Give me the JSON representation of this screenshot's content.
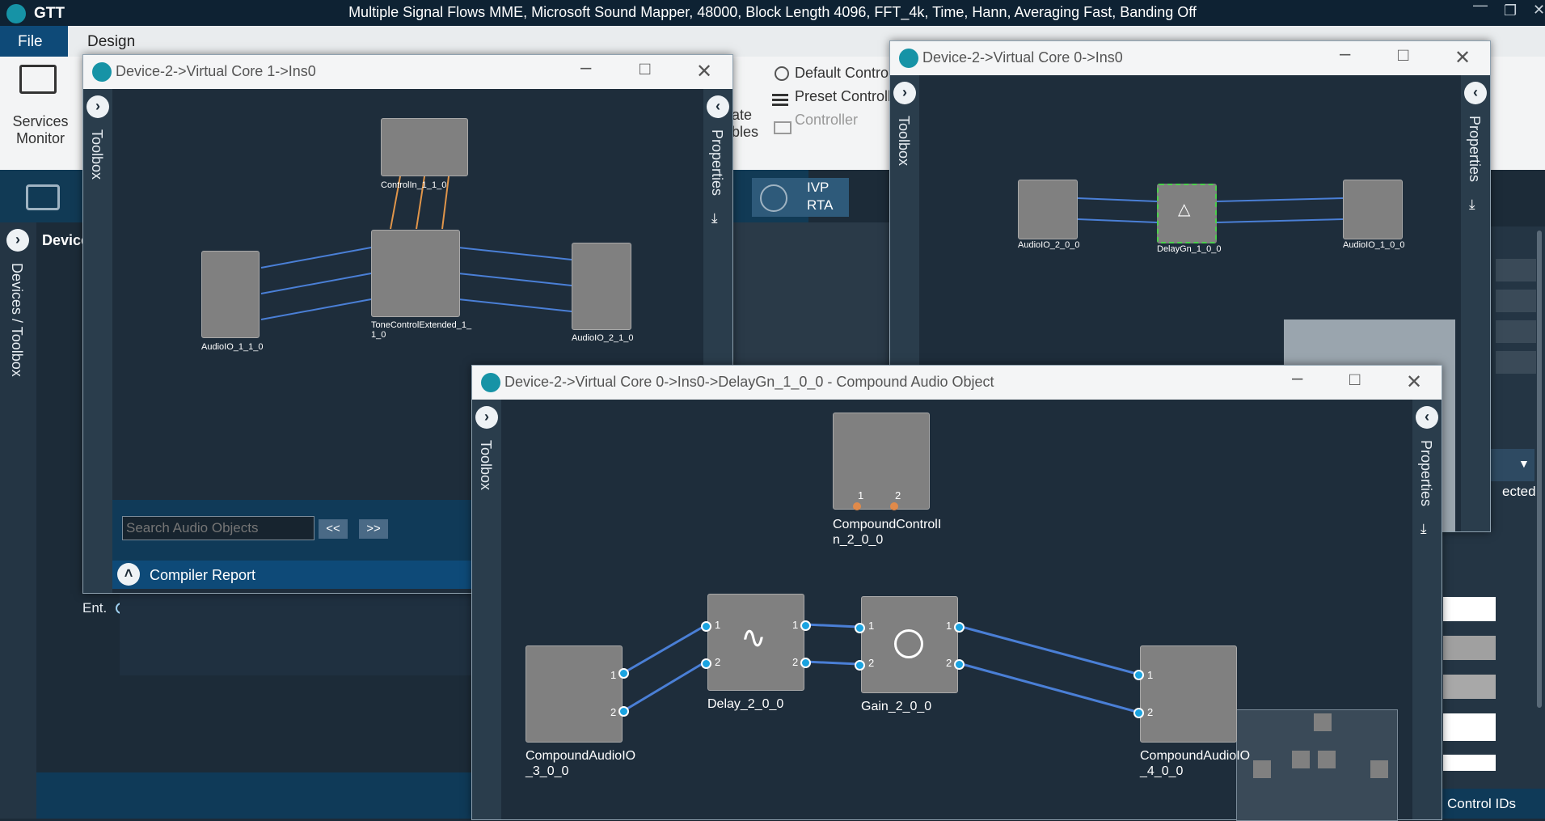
{
  "app": {
    "name": "GTT",
    "title": "Multiple Signal Flows MME, Microsoft Sound Mapper, 48000, Block Length 4096, FFT_4k, Time, Hann, Averaging Fast, Banding Off"
  },
  "tabs": [
    "File",
    "Design"
  ],
  "ribbon": {
    "services_monitor": "Services Monitor",
    "default_control": "Default Contro",
    "preset_control": "Preset Controll",
    "controller": "Controller",
    "ate": "ate",
    "bles": "bles",
    "ivp": "IVP",
    "rta": "RTA"
  },
  "left_panel": {
    "device_header": "Device",
    "devices_toolbox": "Devices / Toolbox",
    "ent": "Ent."
  },
  "right_panel": {
    "ected": "ected",
    "control_ids": "Control IDs"
  },
  "window1": {
    "title": "Device-2->Virtual Core 1->Ins0",
    "toolbox": "Toolbox",
    "properties": "Properties",
    "blocks": {
      "controlin": "ControlIn_1_1_0",
      "audioio_in": "AudioIO_1_1_0",
      "tone": "ToneControlExtended_1_1_0",
      "audioio_out": "AudioIO_2_1_0"
    },
    "search_placeholder": "Search Audio Objects",
    "prev": "<<",
    "next": ">>",
    "compiler_report": "Compiler Report"
  },
  "window2": {
    "title": "Device-2->Virtual Core 0->Ins0",
    "toolbox": "Toolbox",
    "properties": "Properties",
    "blocks": {
      "in": "AudioIO_2_0_0",
      "delaygn": "DelayGn_1_0_0",
      "out": "AudioIO_1_0_0"
    }
  },
  "window3": {
    "title": "Device-2->Virtual Core 0->Ins0->DelayGn_1_0_0 - Compound Audio Object",
    "toolbox": "Toolbox",
    "properties": "Properties",
    "blocks": {
      "control": "CompoundControlIn_2_0_0",
      "io3": "CompoundAudioIO_3_0_0",
      "delay": "Delay_2_0_0",
      "gain": "Gain_2_0_0",
      "io4": "CompoundAudioIO_4_0_0"
    },
    "pins": {
      "one": "1",
      "two": "2"
    }
  },
  "colors": {
    "accent": "#0e4a78",
    "wire": "#4a7fd6",
    "pin": "#1aa3e0",
    "ctrl_pin": "#e08a4a",
    "block": "#808080"
  }
}
